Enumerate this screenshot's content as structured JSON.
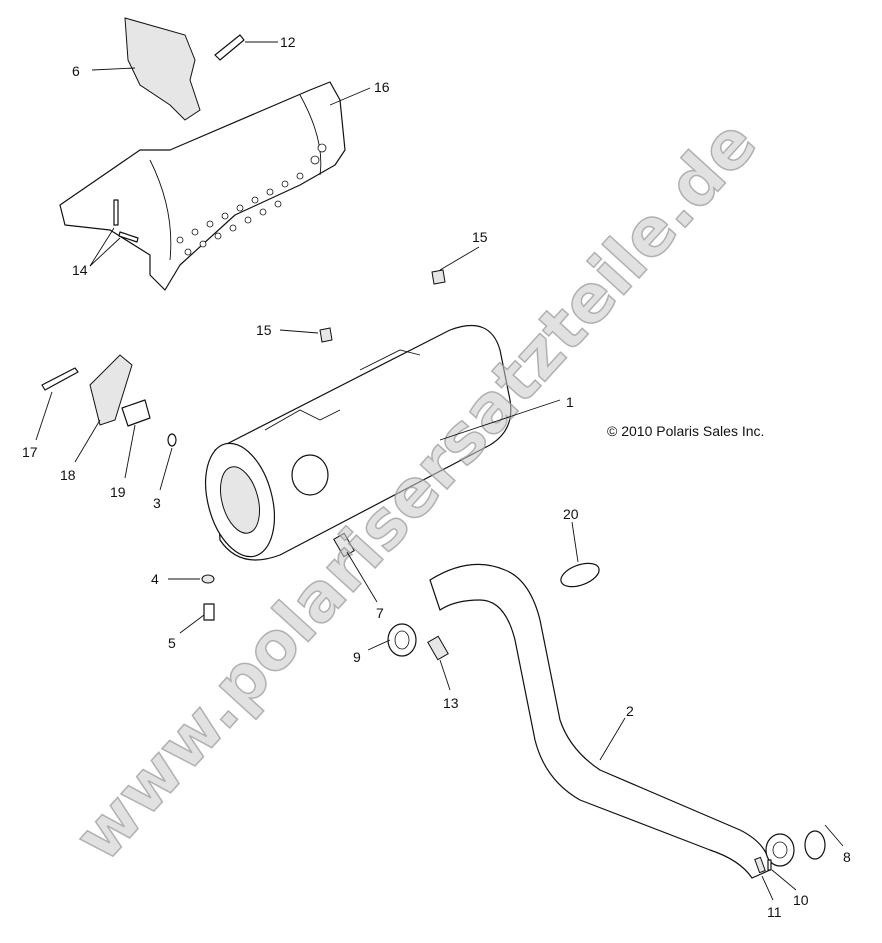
{
  "copyright": "© 2010 Polaris Sales Inc.",
  "watermark": "www.polarisersatzteile.de",
  "callouts": [
    "1",
    "2",
    "3",
    "4",
    "5",
    "6",
    "7",
    "8",
    "9",
    "10",
    "11",
    "12",
    "13",
    "14",
    "15",
    "15",
    "16",
    "17",
    "18",
    "19",
    "20"
  ]
}
